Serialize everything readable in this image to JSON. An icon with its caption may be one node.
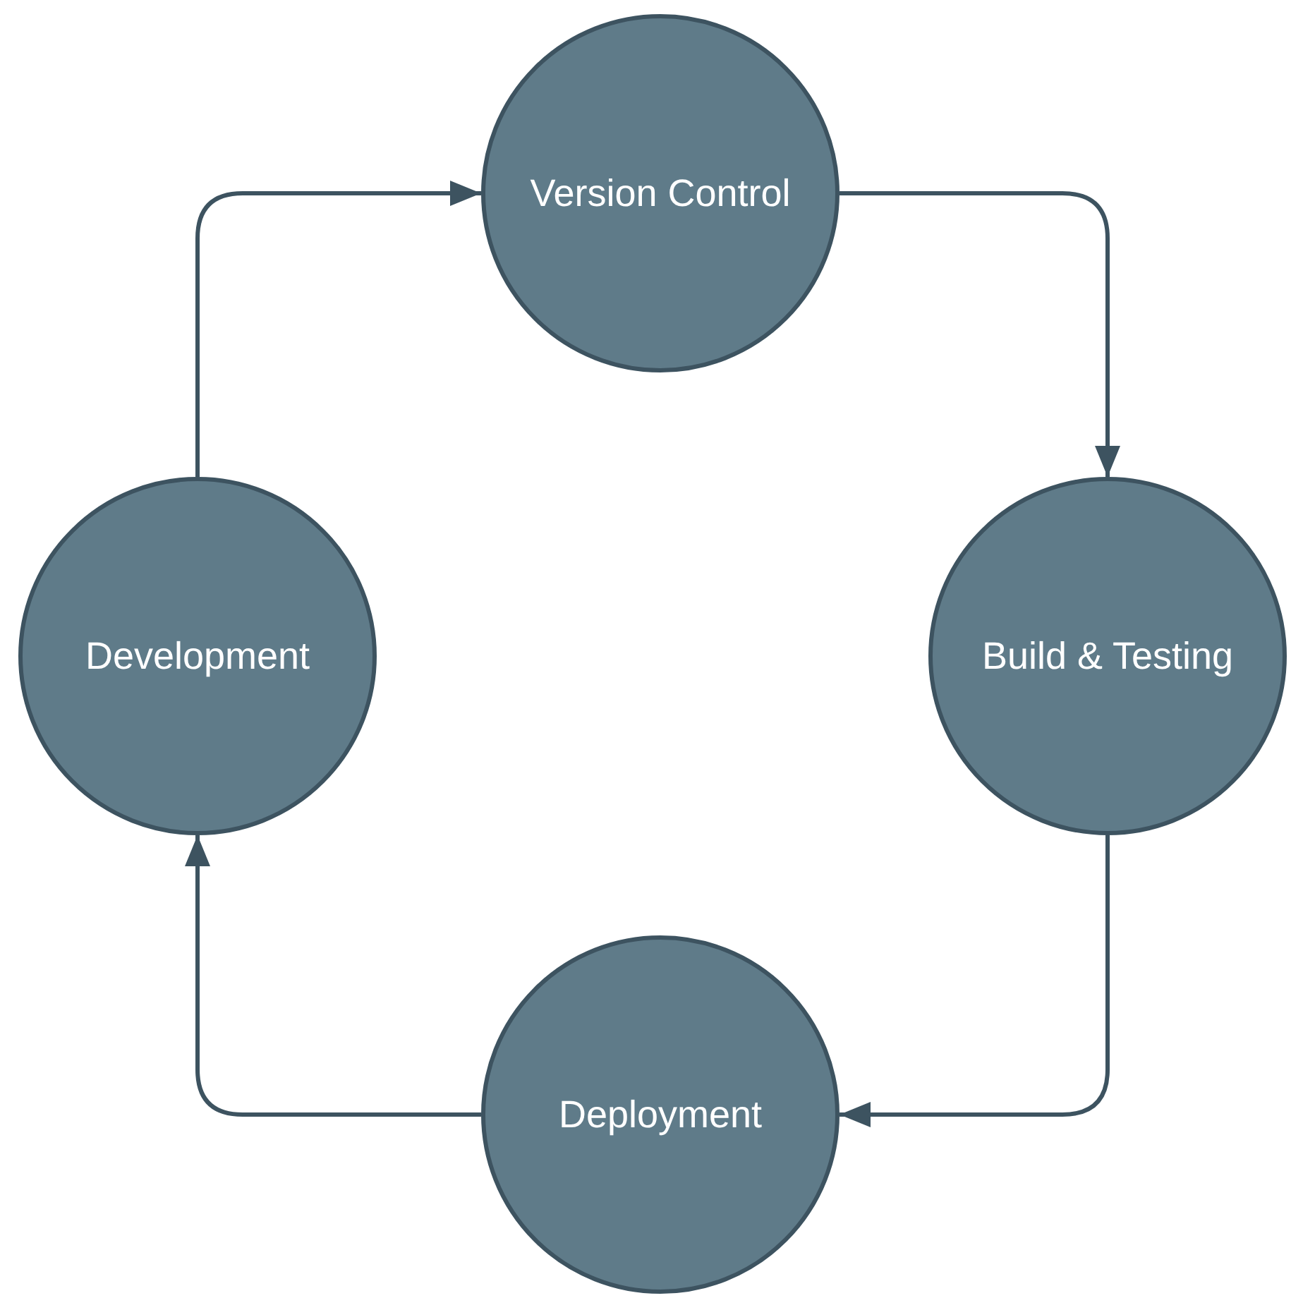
{
  "diagram": {
    "nodes": [
      {
        "text": [
          "Version Control"
        ]
      },
      {
        "text": [
          "Build & Testing"
        ]
      },
      {
        "text": [
          "Deployment"
        ]
      },
      {
        "text": [
          "Development"
        ]
      }
    ],
    "edges": [
      {
        "from": 3,
        "to": 0,
        "arrow": "to"
      },
      {
        "from": 0,
        "to": 1,
        "arrow": "to"
      },
      {
        "from": 1,
        "to": 2,
        "arrow": "to"
      },
      {
        "from": 2,
        "to": 3,
        "arrow": "to"
      }
    ]
  }
}
